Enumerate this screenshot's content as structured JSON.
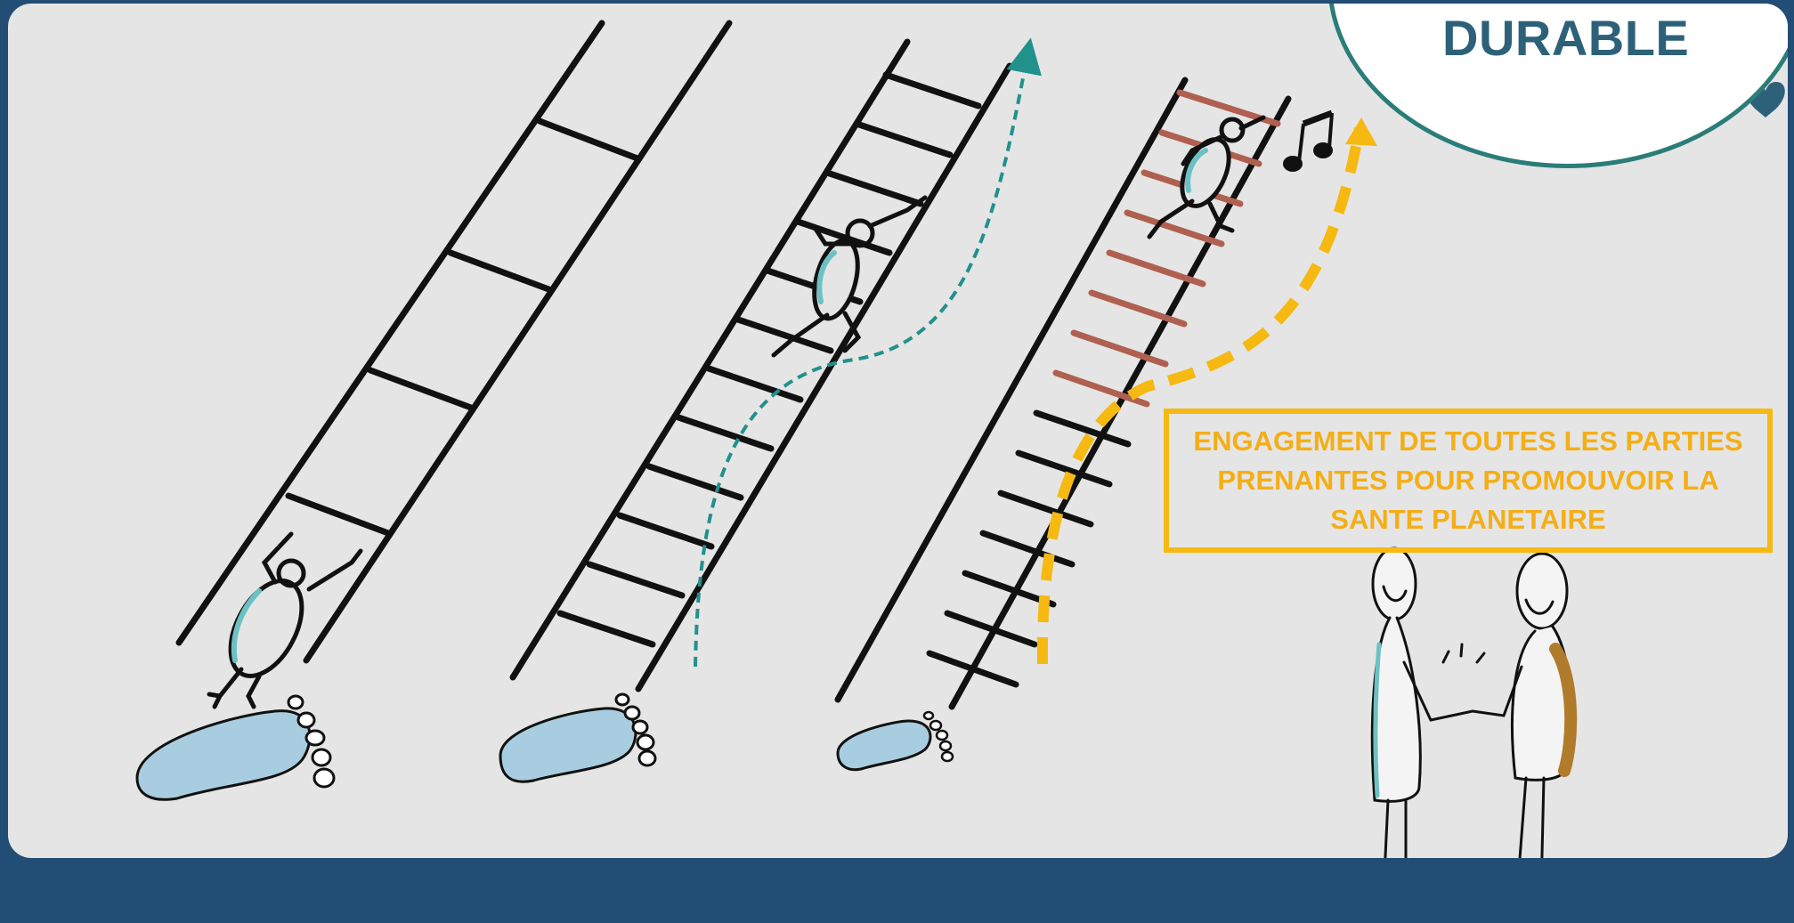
{
  "badge": {
    "title": "DURABLE",
    "icons": [
      "globe-icon",
      "heartbeat-icon",
      "heart-icon"
    ]
  },
  "goal_text": "ENGAGEMENT DE TOUTES LES PARTIES PRENANTES POUR PROMOUVOIR LA SANTE PLANETAIRE",
  "colors": {
    "background_frame": "#224d74",
    "slide": "#e5e5e5",
    "badge_border": "#2a7d78",
    "badge_text": "#2d6179",
    "accent_yellow": "#f5b912",
    "teal_path": "#21918c",
    "red_rungs": "#b06050",
    "footprint_fill": "#a9cde0"
  },
  "icons": [
    "ladder-illustration",
    "stick-figure-icon",
    "footprint-icon",
    "dashed-arrow-icon",
    "music-note-icon",
    "handshake-illustration"
  ]
}
